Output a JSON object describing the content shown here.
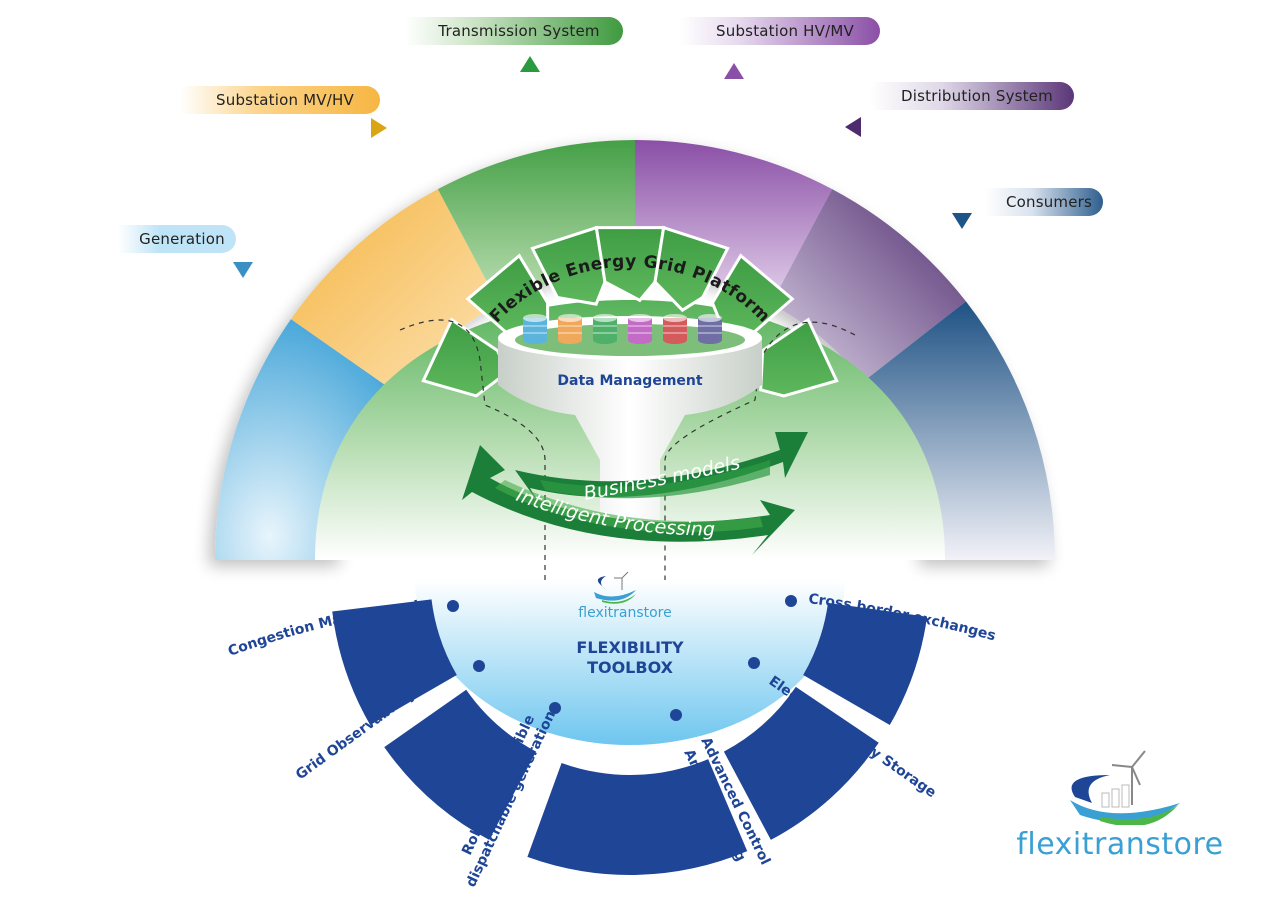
{
  "title": "Flexitranstore energy grid diagram",
  "value_chain": [
    {
      "label": "Generation",
      "color": "#4aa8da",
      "pill_color": "#bfe4f7"
    },
    {
      "label": "Substation MV/HV",
      "color": "#f4b544",
      "pill_color": "#f6b642"
    },
    {
      "label": "Transmission System",
      "color": "#3f9a3f",
      "pill_color": "#3f9a3f"
    },
    {
      "label": "Substation HV/MV",
      "color": "#8a4fa6",
      "pill_color": "#8a4fa6"
    },
    {
      "label": "Distribution System",
      "color": "#5b3678",
      "pill_color": "#5b3678"
    },
    {
      "label": "Consumers",
      "color": "#24517f",
      "pill_color": "#2e5e8e"
    }
  ],
  "platform": {
    "title": "Flexible Energy Grid Platform",
    "data_management": "Data Management",
    "database_colors": [
      "#5ab4dc",
      "#f0a85a",
      "#4fb06a",
      "#c46ac7",
      "#d45b5b",
      "#6f6fa6"
    ],
    "business_models": "Business models",
    "intelligent_processing": "Intelligent Processing"
  },
  "toolbox": {
    "brand": "flexitranstore",
    "title_line1": "FLEXIBILITY",
    "title_line2": "TOOLBOX",
    "items": [
      "Congestion Management",
      "Grid Observability",
      "Robust and flexible dispatchable generation",
      "Advanced Control And monitoring",
      "Electrical Energy Storage",
      "Cross border exchanges"
    ],
    "robust_line1": "Robust and flexible",
    "robust_line2": "dispatchable generation",
    "advanced_line1": "Advanced Control",
    "advanced_line2": "And monitoring"
  },
  "brand_logo": {
    "text": "flexitranstore"
  },
  "colors": {
    "toolbox_blue": "#1f4597",
    "platform_green": "#3e9d43",
    "dark_green": "#1e7d3a",
    "brand_blue": "#3aa0d3"
  }
}
